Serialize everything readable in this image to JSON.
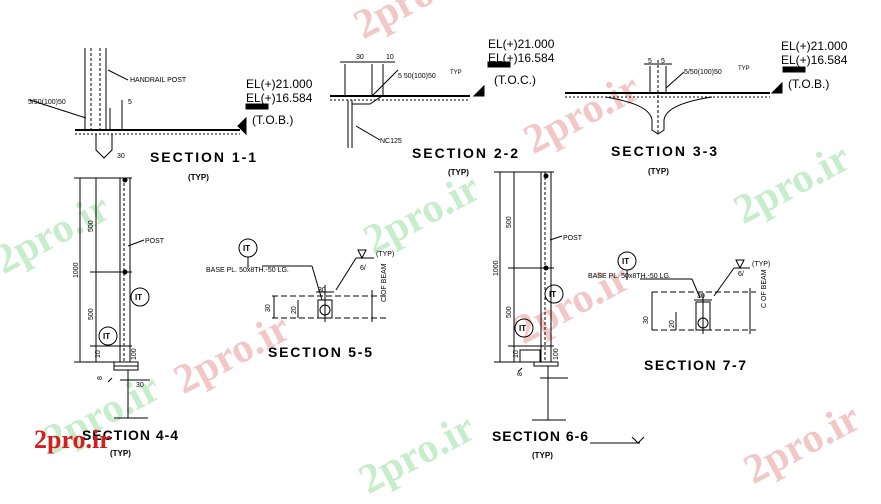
{
  "watermark": {
    "text": "2pro.ir"
  },
  "logo": {
    "text": "2pro.ir"
  },
  "sections": {
    "s1": {
      "title": "SECTION 1-1",
      "typ": "(TYP)",
      "callout": "HANDRAIL POST",
      "weld": "5/50(100)50",
      "dim_a": "5",
      "dim_b": "30",
      "el_top": "EL(+)21.000",
      "el_bot": "EL(+)16.584",
      "ref": "(T.O.B.)"
    },
    "s2": {
      "title": "SECTION 2-2",
      "typ": "(TYP)",
      "callout": "NC125",
      "weld": "5 50(100)50",
      "weld_typ": "TYP",
      "dim_a": "30",
      "dim_b": "10",
      "el_top": "EL(+)21.000",
      "el_bot": "EL(+)16.584",
      "ref": "(T.O.C.)"
    },
    "s3": {
      "title": "SECTION 3-3",
      "typ": "(TYP)",
      "weld": "5/50(100)50",
      "weld_typ": "TYP",
      "dim_a": "5",
      "dim_b": "5",
      "el_top": "EL(+)21.000",
      "el_bot": "EL(+)16.584",
      "ref": "(T.O.B.)"
    },
    "s4": {
      "title": "SECTION 4-4",
      "typ": "(TYP)",
      "callout": "POST",
      "tag": "IT",
      "dim_total": "1000",
      "dim_upper": "500",
      "dim_lower": "500",
      "dim_10": "10",
      "dim_100": "100",
      "dim_8": "8",
      "dim_30": "30"
    },
    "s5": {
      "title": "SECTION 5-5",
      "tag": "IT",
      "plate": "BASE PL. 50x8TH.-50 LG.",
      "weld": "6/",
      "weld_typ": "(TYP)",
      "beam": "C OF BEAM",
      "dim_30a": "30",
      "dim_30b": "30",
      "dim_20": "20"
    },
    "s6": {
      "title": "SECTION 6-6",
      "typ": "(TYP)",
      "callout": "POST",
      "tag": "IT",
      "dim_total": "1000",
      "dim_upper": "500",
      "dim_lower": "500",
      "dim_10": "10",
      "dim_100": "100",
      "dim_8": "8"
    },
    "s7": {
      "title": "SECTION 7-7",
      "tag": "IT",
      "plate": "BASE PL. 50x8TH.-50 LG.",
      "weld": "6/",
      "weld_typ": "(TYP)",
      "beam": "C OF BEAM",
      "dim_30a": "30",
      "dim_30b": "30",
      "dim_20": "20"
    }
  },
  "section_numbers": {
    "s1": "1",
    "s2": "2",
    "s3": "3",
    "s4": "4",
    "s5": "5",
    "s6": "6",
    "s7": "7"
  }
}
